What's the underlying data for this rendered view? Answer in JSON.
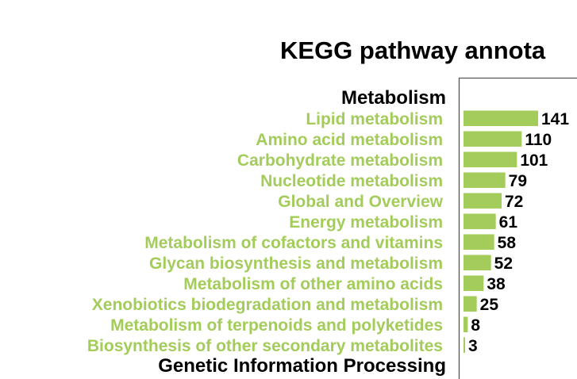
{
  "chart_data": {
    "type": "bar",
    "orientation": "horizontal",
    "title": "KEGG pathway annota",
    "xlabel": "",
    "ylabel": "",
    "bar_color": "#a3cc5a",
    "group_color": "#000000",
    "label_color": "#a3cc5a",
    "groups": [
      {
        "name": "Metabolism",
        "categories": [
          "Lipid metabolism",
          "Amino acid metabolism",
          "Carbohydrate metabolism",
          "Nucleotide metabolism",
          "Global and Overview",
          "Energy metabolism",
          "Metabolism of cofactors and vitamins",
          "Glycan biosynthesis and metabolism",
          "Metabolism of other amino acids",
          "Xenobiotics biodegradation and metabolism",
          "Metabolism of terpenoids and polyketides",
          "Biosynthesis of other secondary metabolites"
        ],
        "values": [
          141,
          110,
          101,
          79,
          72,
          61,
          58,
          52,
          38,
          25,
          8,
          3
        ]
      },
      {
        "name": "Genetic Information Processing",
        "categories": [],
        "values": []
      }
    ]
  }
}
